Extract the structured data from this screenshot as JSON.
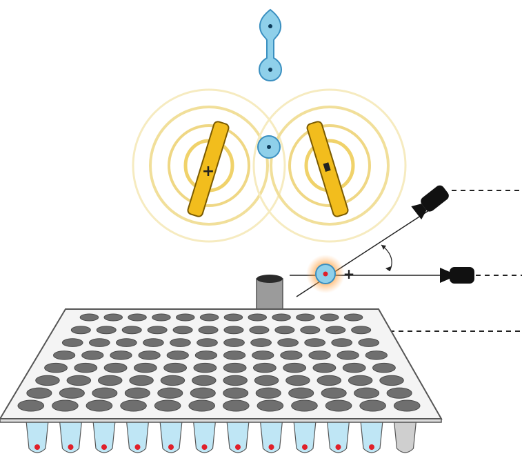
{
  "diagram": {
    "electrodes": [
      {
        "name": "positive-electrode",
        "polarity": "+"
      },
      {
        "name": "negative-electrode",
        "polarity": "-"
      }
    ],
    "droplet_stages": [
      "dividing-droplet",
      "single-droplet",
      "charged-droplet"
    ],
    "charged_droplet_sign": "+",
    "cameras": [
      "camera-angled",
      "camera-horizontal"
    ],
    "well_plate": {
      "rows": 8,
      "columns": 12,
      "tubes_visible": 12
    },
    "colors": {
      "electrode": "#f2bd1d",
      "electrode_outline": "#7a5a00",
      "field_rings": "#f3e29a",
      "droplet": "#8fd0ea",
      "droplet_outline": "#3a8fc0",
      "nucleus": "#0d3b5a",
      "charge_glow": "#ff8a1e",
      "well": "#6f6f6f",
      "plate": "#f4f4f4",
      "tube_liquid": "#bfe6f5",
      "tube_dot": "#e0202a",
      "camera": "#111111",
      "nozzle": "#9b9b9b"
    }
  }
}
